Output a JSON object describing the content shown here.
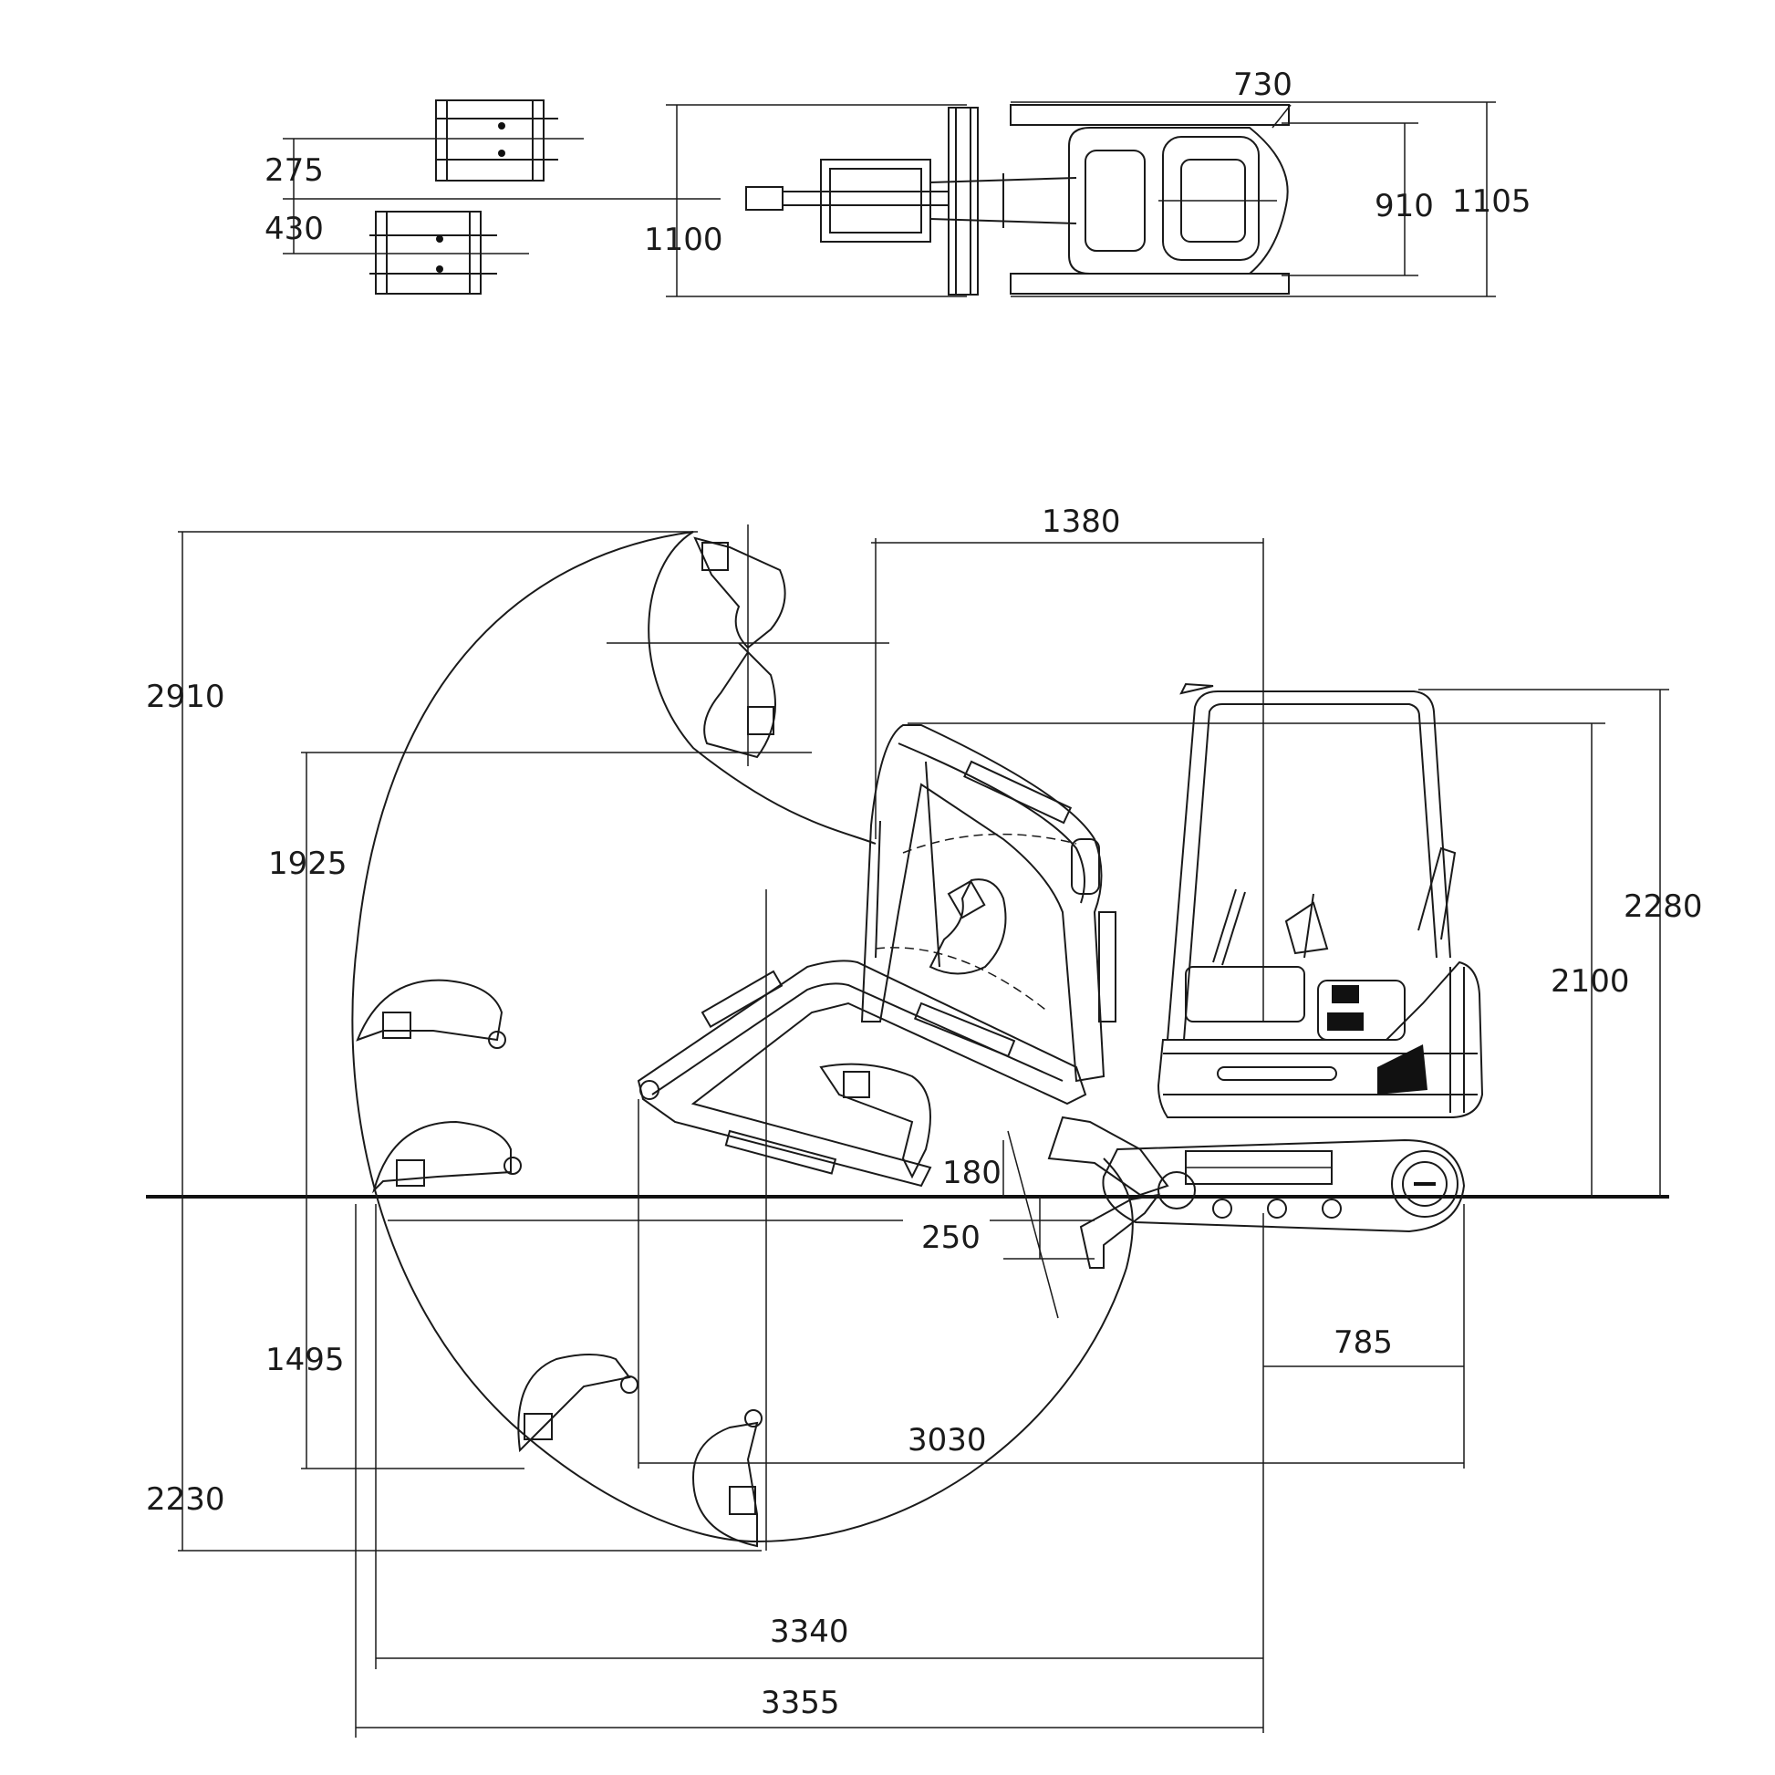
{
  "dimensions": {
    "top_bucket_width": "275",
    "top_bucket_width_2": "430",
    "top_boom_width": "1100",
    "top_track_width": "730",
    "top_inner_width": "910",
    "top_overall_width": "1105",
    "reach_offset": "1380",
    "max_dig_height": "2910",
    "max_dump_height": "1925",
    "max_vertical_wall_depth": "1495",
    "max_dig_depth": "2230",
    "canopy_height": "2280",
    "upper_height": "2100",
    "blade_lift": "180",
    "blade_drop": "250",
    "tail_radius": "785",
    "min_swing_radius": "3030",
    "max_reach_ground": "3340",
    "max_reach": "3355"
  }
}
